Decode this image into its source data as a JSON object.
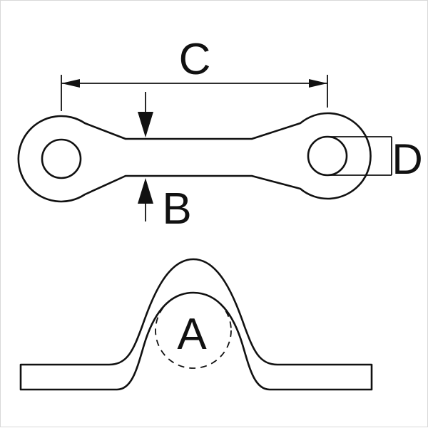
{
  "diagram": {
    "labels": {
      "length_c": "C",
      "thickness_b": "B",
      "hole_diameter_d": "D",
      "rod_diameter_a": "A"
    },
    "colors": {
      "line": "#111111",
      "background": "#ffffff"
    }
  }
}
